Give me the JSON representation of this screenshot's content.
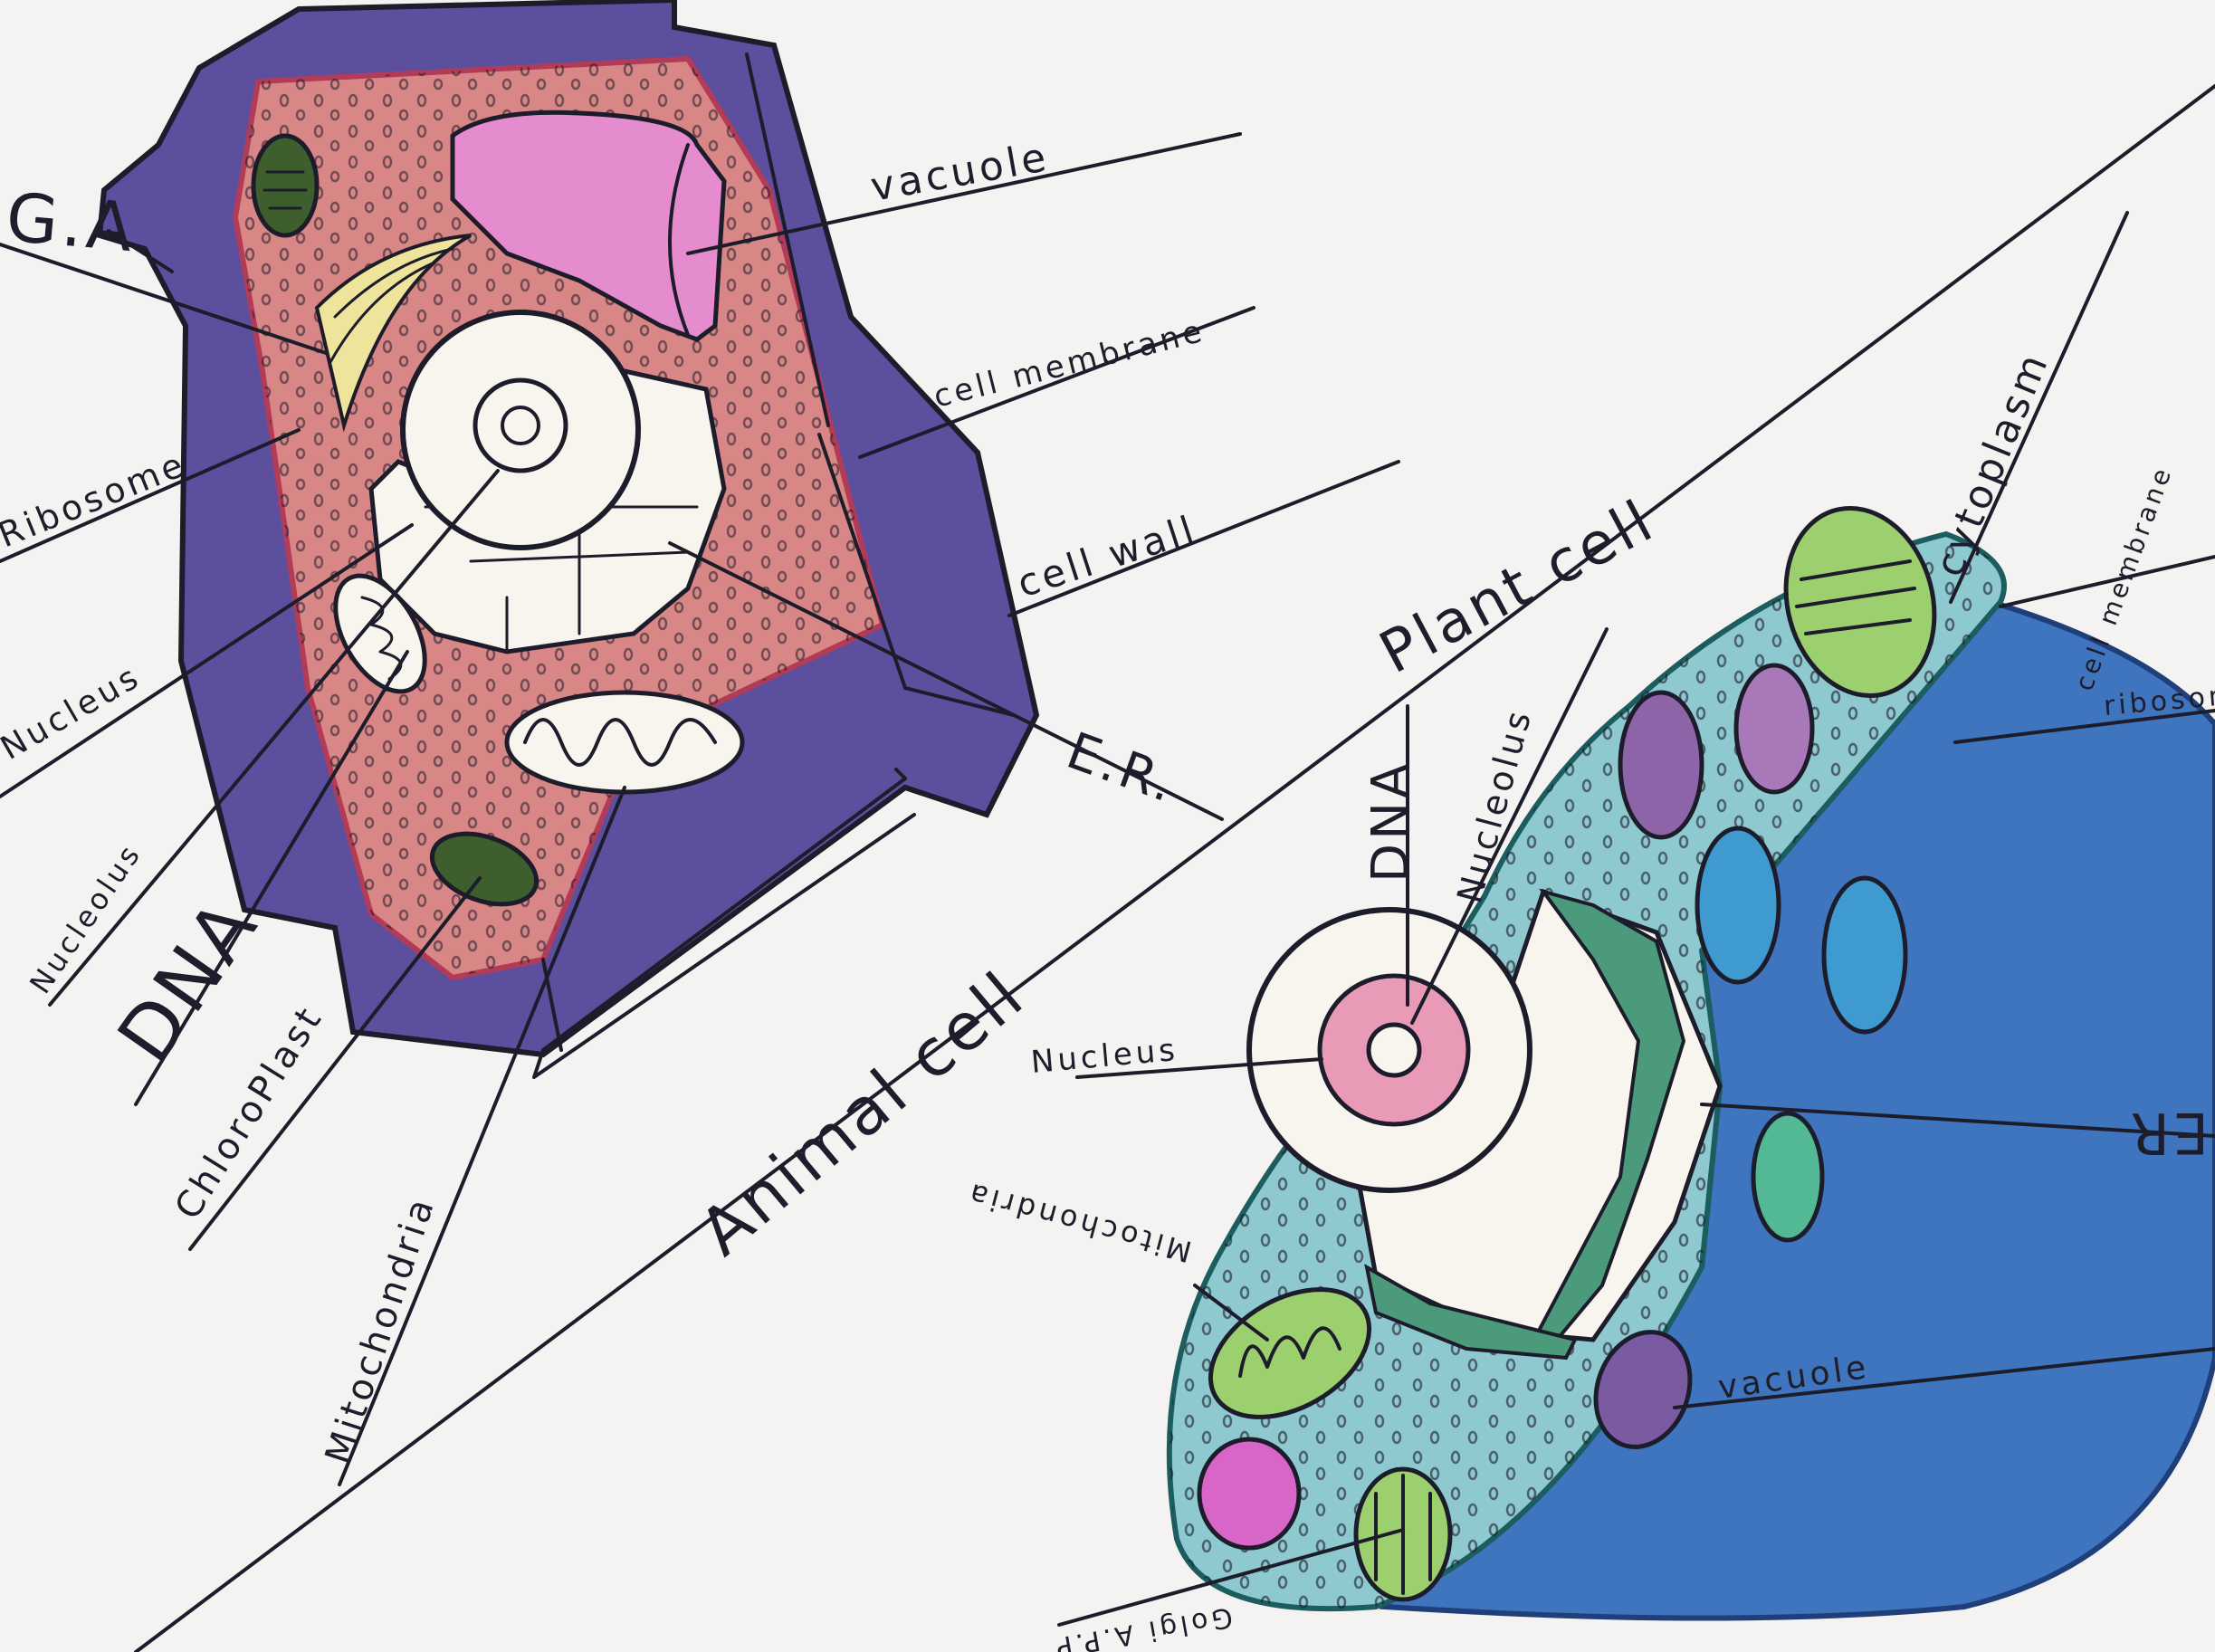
{
  "diagram": {
    "divider_labels": {
      "top": "Plant cell",
      "bottom": "Animal cell"
    },
    "plant_cell": {
      "labels": {
        "golgi": "G.A",
        "vacuole": "vacuole",
        "cell_membrane": "cell membrane",
        "cell_wall": "cell wall",
        "er": "E.R.",
        "ribosome": "Ribosome",
        "nucleus": "Nucleus",
        "nucleolus": "Nucleolus",
        "dna": "DNA",
        "chloroplast": "ChloroPlast",
        "mitochondria": "Mitochondria"
      }
    },
    "animal_cell": {
      "labels": {
        "cytoplasm": "cytoplasm",
        "cell_membrane": "cell membrane",
        "ribosome": "ribosome",
        "dna": "DNA",
        "nucleolus": "Nucleolus",
        "nucleus": "Nucleus",
        "er": "ER",
        "mitochondria": "Mitochondria",
        "vacuole": "vacuole",
        "golgi": "Golgi A.P.P"
      }
    },
    "colors": {
      "paper": "#f4f3f1",
      "plant_wall": "#5b4f9e",
      "plant_cytoplasm": "#d98686",
      "plant_vacuole": "#e58ccf",
      "animal_cytoplasm": "#8ec9cf",
      "animal_cut_face": "#3f74bf",
      "chloroplast": "#3f5e2e",
      "ink": "#1c1c2a"
    }
  }
}
